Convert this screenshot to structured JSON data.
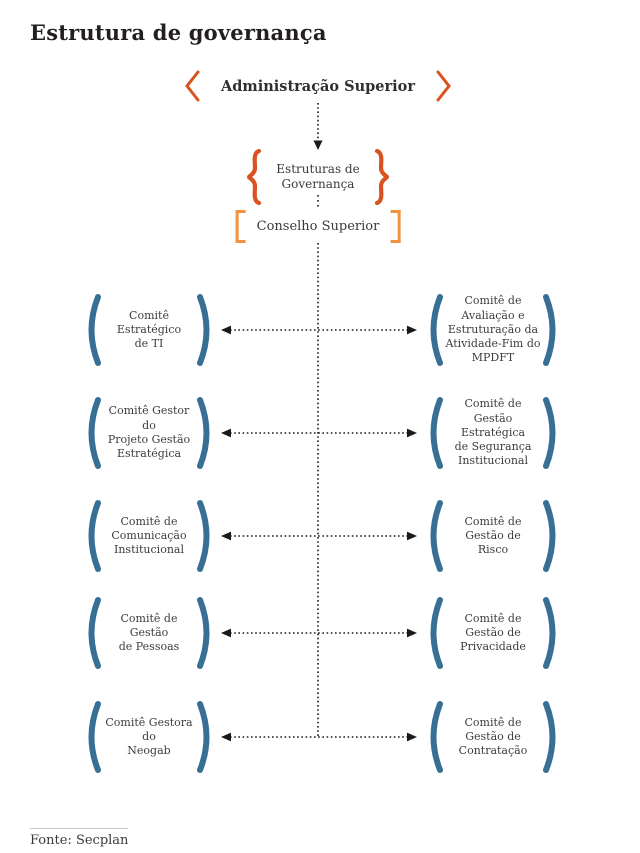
{
  "title": "Estrutura de governança",
  "source": "Fonte: Secplan",
  "colors": {
    "accent_orange": "#d9521f",
    "accent_orange_light": "#f0923f",
    "accent_blue": "#386f94",
    "connector": "#1a1a1a",
    "text_dark": "#231f20",
    "text_body": "#3a3a3a"
  },
  "hierarchy": {
    "top_label": "Administração Superior",
    "governance_label": "Estruturas de\nGovernança",
    "council_label": "Conselho Superior"
  },
  "rows": [
    {
      "left": "Comitê Estratégico\nde TI",
      "right": "Comitê de\nAvaliação e\nEstruturação da\nAtividade-Fim do\nMPDFT"
    },
    {
      "left": "Comitê Gestor do\nProjeto Gestão\nEstratégica",
      "right": "Comitê de Gestão\nEstratégica\nde Segurança\nInstitucional"
    },
    {
      "left": "Comitê de\nComunicação\nInstitucional",
      "right": "Comitê de\nGestão de\nRisco"
    },
    {
      "left": "Comitê de Gestão\nde Pessoas",
      "right": "Comitê de\nGestão de\nPrivacidade"
    },
    {
      "left": "Comitê Gestora do\nNeogab",
      "right": "Comitê de\nGestão de\nContratação"
    }
  ]
}
